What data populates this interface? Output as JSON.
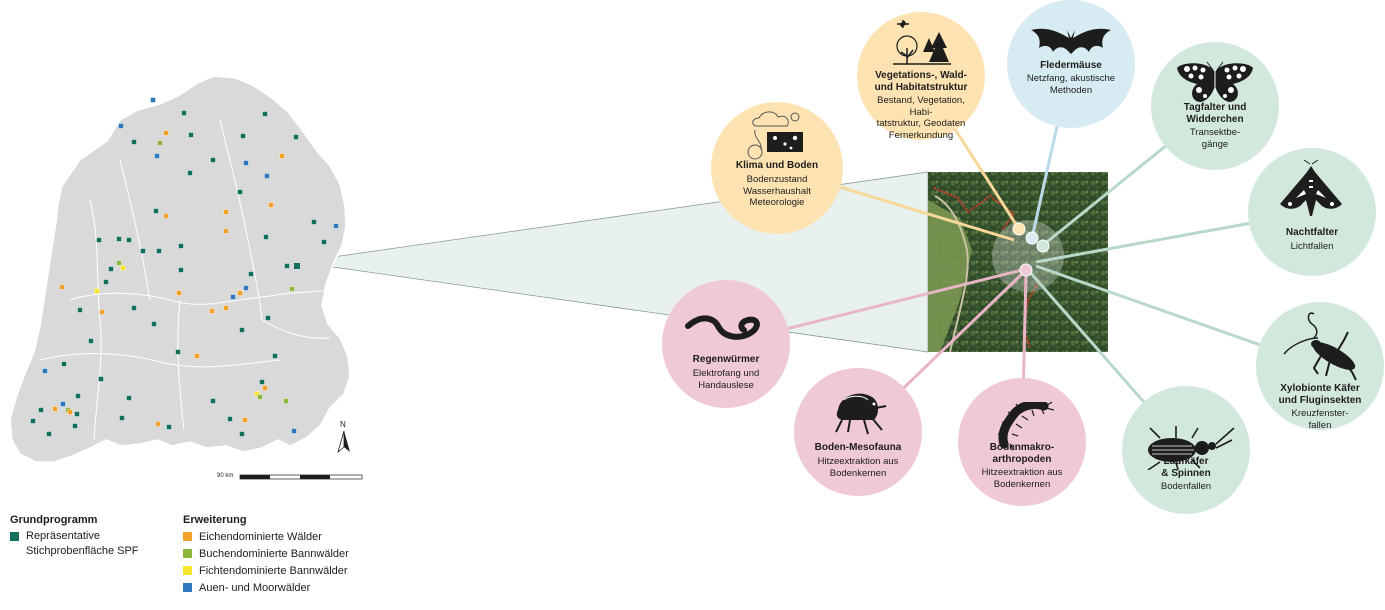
{
  "colors": {
    "climate": "#fde3b2",
    "vegetation": "#fde3b2",
    "bats": "#d7ebf3",
    "insects": "#d3e8dd",
    "soil": "#efc9d6",
    "plot_green": "#13705e",
    "oak": "#f2a12b",
    "beech": "#8db63c",
    "spruce": "#f7e42c",
    "floodplain": "#2f78bd",
    "land": "#d9d9d9"
  },
  "map": {
    "scale_label": "90 km",
    "north_label": "N"
  },
  "legend": {
    "basic": {
      "heading": "Grundprogramm",
      "items": [
        {
          "label": "Repräsentative\nStichprobenfläche SPF",
          "color": "#13705e"
        }
      ]
    },
    "extension": {
      "heading": "Erweiterung",
      "items": [
        {
          "label": "Eichendominierte Wälder",
          "color": "#f2a12b"
        },
        {
          "label": "Buchendominierte Bannwälder",
          "color": "#8db63c"
        },
        {
          "label": "Fichtendominierte Bannwälder",
          "color": "#f7e42c"
        },
        {
          "label": "Auen- und Moorwälder",
          "color": "#2f78bd"
        }
      ]
    }
  },
  "circles": [
    {
      "id": "climate",
      "title": "Klima und Boden",
      "desc": "Bodenzustand\nWasserhaushalt\nMeteorologie",
      "icon": "weather-soil-icon",
      "group": "climate"
    },
    {
      "id": "vegetation",
      "title": "Vegetations-, Wald-\nund Habitatstruktur",
      "desc": "Bestand, Vegetation, Habi-\ntatstruktur, Geodaten\nFernerkundung",
      "icon": "trees-drone-icon",
      "group": "vegetation"
    },
    {
      "id": "bats",
      "title": "Fledermäuse",
      "desc": "Netzfang, akustische\nMethoden",
      "icon": "bat-icon",
      "group": "bats"
    },
    {
      "id": "butterflies",
      "title": "Tagfalter und\nWidderchen",
      "desc": "Transektbe-\ngänge",
      "icon": "butterfly-icon",
      "group": "insects"
    },
    {
      "id": "moths",
      "title": "Nachtfalter",
      "desc": "Lichtfallen",
      "icon": "moth-icon",
      "group": "insects"
    },
    {
      "id": "beetles",
      "title": "Xylobionte Käfer\nund Fluginsekten",
      "desc": "Kreuzfenster-\nfallen",
      "icon": "longhorn-beetle-icon",
      "group": "insects"
    },
    {
      "id": "ground",
      "title": "Laufkäfer\n& Spinnen",
      "desc": "Bodenfallen",
      "icon": "ground-beetle-icon",
      "group": "insects"
    },
    {
      "id": "macro",
      "title": "Bodenmakro-\narthropoden",
      "desc": "Hitzeextraktion aus\nBodenkernen",
      "icon": "millipede-icon",
      "group": "soil"
    },
    {
      "id": "meso",
      "title": "Boden-Mesofauna",
      "desc": "Hitzeextraktion aus\nBodenkernen",
      "icon": "mite-icon",
      "group": "soil"
    },
    {
      "id": "worms",
      "title": "Regenwürmer",
      "desc": "Elektrofang und\nHandauslese",
      "icon": "earthworm-icon",
      "group": "soil"
    }
  ]
}
